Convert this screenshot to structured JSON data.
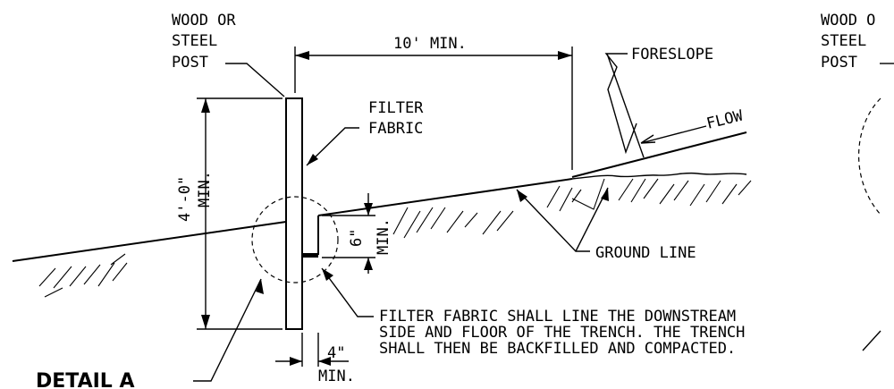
{
  "labels": {
    "post_left": [
      "WOOD OR",
      "STEEL",
      "POST"
    ],
    "post_right": [
      "WOOD O",
      "STEEL",
      "POST"
    ],
    "dim_width": "10' MIN.",
    "foreslope": "FORESLOPE",
    "filter_fabric": [
      "FILTER",
      "FABRIC"
    ],
    "flow": "FLOW",
    "dim_height": [
      "4'-0\"",
      "MIN."
    ],
    "dim_trench_depth": [
      "6\"",
      "MIN."
    ],
    "ground_line": "GROUND LINE",
    "note": [
      "FILTER FABRIC SHALL LINE THE DOWNSTREAM",
      "SIDE AND FLOOR OF THE TRENCH. THE TRENCH",
      "SHALL THEN BE BACKFILLED AND COMPACTED."
    ],
    "dim_trench_width": [
      "4\"",
      "MIN."
    ],
    "detail": "DETAIL A"
  }
}
